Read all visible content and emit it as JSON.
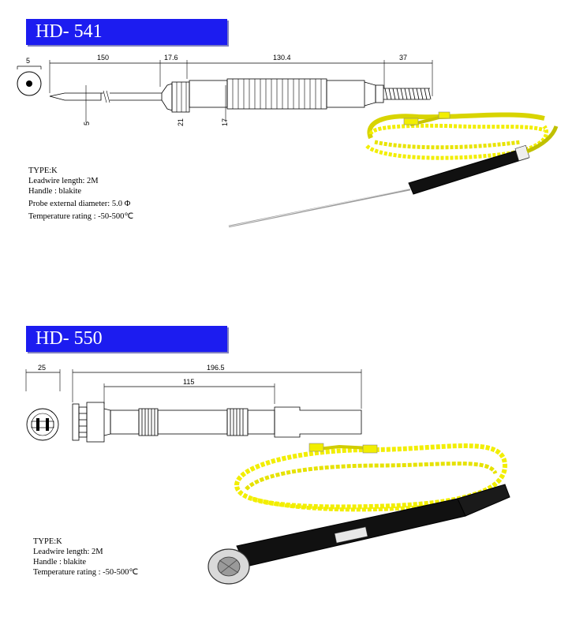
{
  "products": [
    {
      "model": "HD- 541",
      "dimensions": {
        "head_diameter": "5",
        "probe_length": "150",
        "collar_length": "17.6",
        "handle_length": "130.4",
        "cable_end_length": "37",
        "probe_dia": "5",
        "collar_dia": "21",
        "handle_dia": "17"
      },
      "specs": [
        "TYPE:K",
        "Leadwire length: 2M",
        "Handle :  blakite",
        "Probe external diameter:  5.0 Φ",
        "Temperature rating : -50-500℃"
      ]
    },
    {
      "model": "HD- 550",
      "dimensions": {
        "head_width": "25",
        "overall_length": "196.5",
        "inner_length": "115"
      },
      "specs": [
        "TYPE:K",
        "Leadwire length: 2M",
        "Handle :  blakite",
        "Temperature rating : -50-500℃"
      ]
    }
  ],
  "colors": {
    "banner": "#1c1cf0",
    "cable": "#f2ee00",
    "handle": "#111111"
  }
}
